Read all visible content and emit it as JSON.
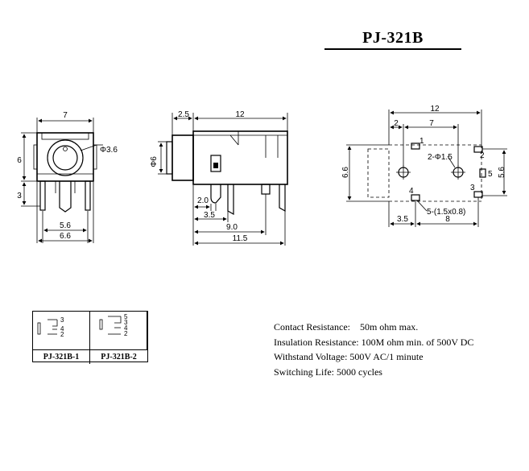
{
  "title": "PJ-321B",
  "front_view": {
    "dims": {
      "width_top": "7",
      "diameter": "Φ3.6",
      "height_upper": "6",
      "height_lower": "3",
      "pin_inner": "5.6",
      "width_bottom": "6.6"
    }
  },
  "side_view": {
    "dims": {
      "flange": "2.5",
      "length": "12",
      "diameter": "Φ6",
      "pin_offset": "2.0",
      "pin1": "3.5",
      "pin2": "9.0",
      "overall": "11.5"
    }
  },
  "pcb_view": {
    "dims": {
      "overall": "12",
      "left": "2",
      "span": "7",
      "hole_label": "2-Φ1.5",
      "height_left": "6.6",
      "height_right": "5.6",
      "slot_label": "5-(1.5x0.8)",
      "bottom_left": "3.5",
      "bottom_right": "8"
    },
    "pins": {
      "p1": "1",
      "p2": "2",
      "p3": "3",
      "p4": "4",
      "p5": "5"
    }
  },
  "variants": [
    {
      "name": "PJ-321B-1",
      "pins": [
        "3",
        "4",
        "2"
      ]
    },
    {
      "name": "PJ-321B-2",
      "pins": [
        "5",
        "3",
        "4",
        "2"
      ]
    }
  ],
  "specs": [
    "Contact Resistance:    50m ohm max.",
    "Insulation Resistance: 100M ohm min. of 500V DC",
    "Withstand Voltage: 500V AC/1 minute",
    "Switching Life: 5000 cycles"
  ]
}
